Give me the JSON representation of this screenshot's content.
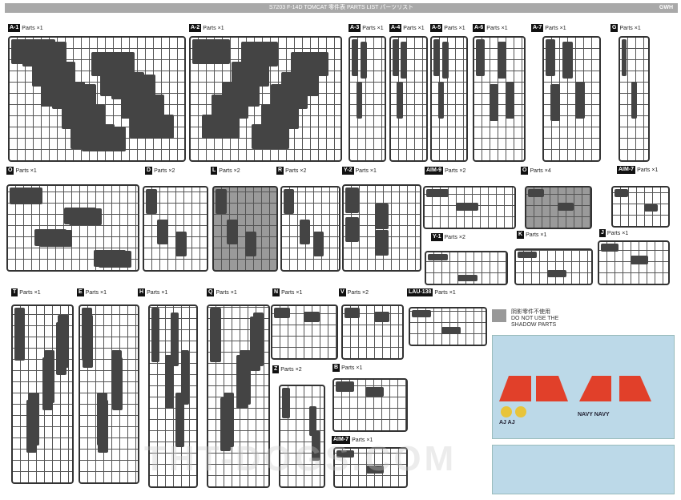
{
  "header": {
    "title": "S7203  F-14D  TOMCAT  零件表  PARTS LIST  パーツリスト",
    "brand": "GWH"
  },
  "parts_word": "Parts",
  "sprues": [
    {
      "code": "A-1",
      "qty": "×1"
    },
    {
      "code": "A-2",
      "qty": "×1"
    },
    {
      "code": "A-3",
      "qty": "×1"
    },
    {
      "code": "A-4",
      "qty": "×1"
    },
    {
      "code": "A-5",
      "qty": "×1"
    },
    {
      "code": "A-6",
      "qty": "×1"
    },
    {
      "code": "A-7",
      "qty": "×1"
    },
    {
      "code": "G",
      "qty": "×1"
    },
    {
      "code": "O",
      "qty": "×1"
    },
    {
      "code": "D",
      "qty": "×2"
    },
    {
      "code": "L",
      "qty": "×2"
    },
    {
      "code": "R",
      "qty": "×2"
    },
    {
      "code": "Y-2",
      "qty": "×1"
    },
    {
      "code": "AIM-9",
      "qty": "×2"
    },
    {
      "code": "Y-1",
      "qty": "×2"
    },
    {
      "code": "O",
      "qty": "×4"
    },
    {
      "code": "K",
      "qty": "×1"
    },
    {
      "code": "AIM-7",
      "qty": "×1"
    },
    {
      "code": "J",
      "qty": "×1"
    },
    {
      "code": "T",
      "qty": "×1"
    },
    {
      "code": "E",
      "qty": "×1"
    },
    {
      "code": "H",
      "qty": "×1"
    },
    {
      "code": "Q",
      "qty": "×1"
    },
    {
      "code": "N",
      "qty": "×1"
    },
    {
      "code": "V",
      "qty": "×2"
    },
    {
      "code": "LAU-138",
      "qty": "×1"
    },
    {
      "code": "Z",
      "qty": "×2"
    },
    {
      "code": "B",
      "qty": "×1"
    },
    {
      "code": "AIM-7",
      "qty": "×1"
    }
  ],
  "legend": {
    "cn": "阴影零件不使用",
    "en1": "DO NOT USE THE",
    "en2": "SHADOW PARTS"
  },
  "decal": {
    "navy": "NAVY NAVY",
    "aj": "AJ AJ"
  },
  "watermark": "THT-DOGS.COM"
}
